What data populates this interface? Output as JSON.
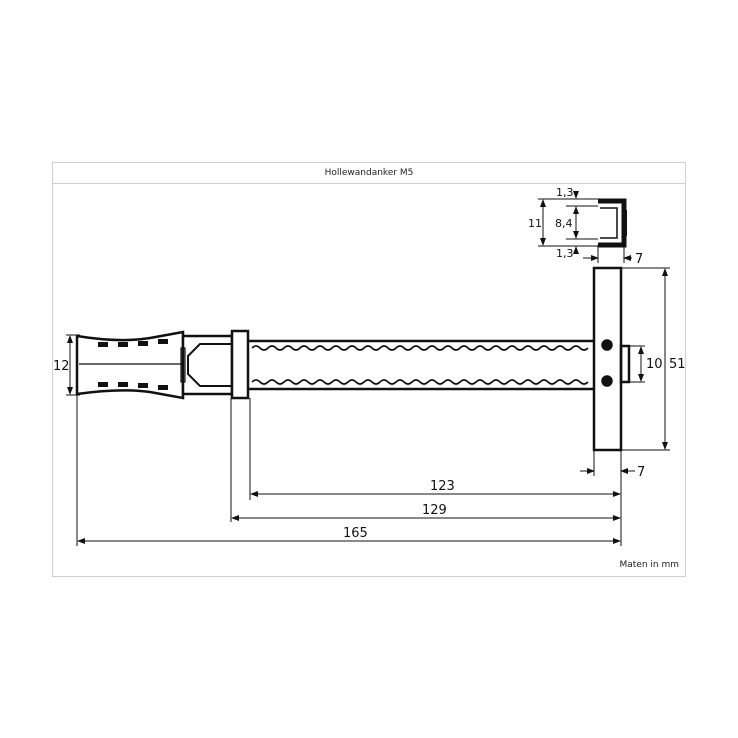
{
  "title": "Hollewandanker M5",
  "units_note": "Maten in mm",
  "dimensions": {
    "sleeve_diameter": "12",
    "toggle_length": "51",
    "tab_width": "10",
    "toggle_thickness": "7",
    "thread_length": "123",
    "shaft_length": "129",
    "total_length": "165",
    "section_height": "11",
    "section_inner": "8,4",
    "section_wall_top": "1,3",
    "section_wall_bottom": "1,3",
    "section_width": "7"
  }
}
